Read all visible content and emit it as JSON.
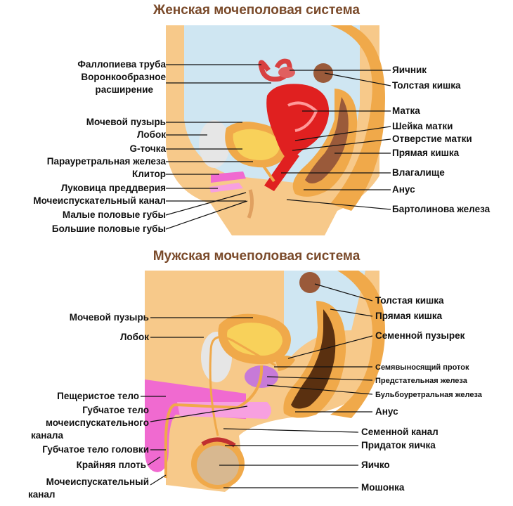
{
  "female": {
    "title": "Женская мочеполовая система",
    "labels": {
      "fallopian_tube": "Фаллопиева труба",
      "infundibulum_1": "Воронкообразное",
      "infundibulum_2": "расширение",
      "bladder": "Мочевой пузырь",
      "pubis": "Лобок",
      "g_spot": "G-точка",
      "paraurethral": "Парауретральная железа",
      "clitoris": "Клитор",
      "vestibular_bulb": "Луковица преддверия",
      "urethra": "Мочеиспускательный канал",
      "labia_minora": "Малые половые губы",
      "labia_majora": "Большие половые губы",
      "ovary": "Яичник",
      "colon": "Толстая кишка",
      "uterus": "Матка",
      "cervix": "Шейка матки",
      "cervical_os": "Отверстие матки",
      "rectum": "Прямая кишка",
      "vagina": "Влагалище",
      "anus": "Анус",
      "bartholin": "Бартолинова железа"
    }
  },
  "male": {
    "title": "Мужская мочеполовая система",
    "labels": {
      "bladder": "Мочевой пузырь",
      "pubis": "Лобок",
      "corpus_cavernosum": "Пещеристое тело",
      "spongiosum_1": "Губчатое тело",
      "spongiosum_2": "мочеиспускательного",
      "spongiosum_3": "канала",
      "glans_spongiosum": "Губчатое тело головки",
      "foreskin": "Крайняя плоть",
      "urethra_1": "Мочеиспускательный",
      "urethra_2": "канал",
      "colon": "Толстая кишка",
      "rectum": "Прямая кишка",
      "seminal_vesicle": "Семенной пузырек",
      "vas_deferens": "Семявыносящий проток",
      "prostate": "Предстательная железа",
      "bulbourethral": "Бульбоуретральная железа",
      "anus": "Анус",
      "seminal_duct": "Семенной канал",
      "epididymis": "Придаток яичка",
      "testis": "Яичко",
      "scrotum": "Мошонка"
    }
  },
  "colors": {
    "skin": "#f7c98a",
    "skin_dark": "#f0a94a",
    "cavity": "#cfe6f2",
    "bone": "#e6e6e6",
    "bladder": "#f8d15a",
    "uterus": "#e02020",
    "colon": "#9a5a3a",
    "prostate": "#c77ad8",
    "erectile": "#f06ad0"
  }
}
